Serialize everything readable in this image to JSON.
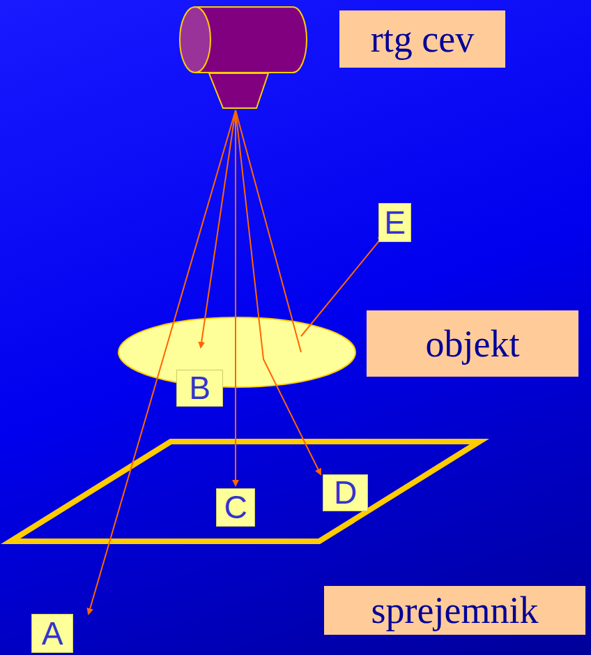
{
  "diagram": {
    "nodes": [
      {
        "text": [
          "rtg cev"
        ]
      },
      {
        "text": [
          "E"
        ]
      },
      {
        "text": [
          "objekt"
        ]
      },
      {
        "text": [
          "B"
        ]
      },
      {
        "text": [
          "C"
        ]
      },
      {
        "text": [
          "D"
        ]
      },
      {
        "text": [
          "A"
        ]
      },
      {
        "text": [
          "sprejemnik"
        ]
      }
    ]
  }
}
